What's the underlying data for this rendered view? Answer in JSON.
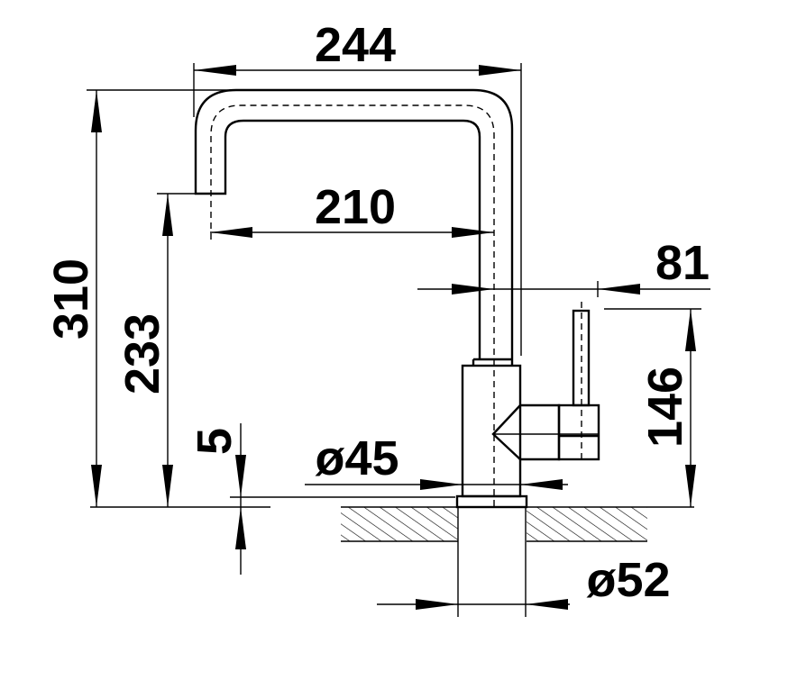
{
  "dimensions": {
    "total_reach": "244",
    "spout_reach": "210",
    "lever_offset": "81",
    "total_height": "310",
    "spout_height": "233",
    "lever_height": "146",
    "base_offset": "5",
    "body_diameter": "ø45",
    "hole_diameter": "ø52"
  }
}
